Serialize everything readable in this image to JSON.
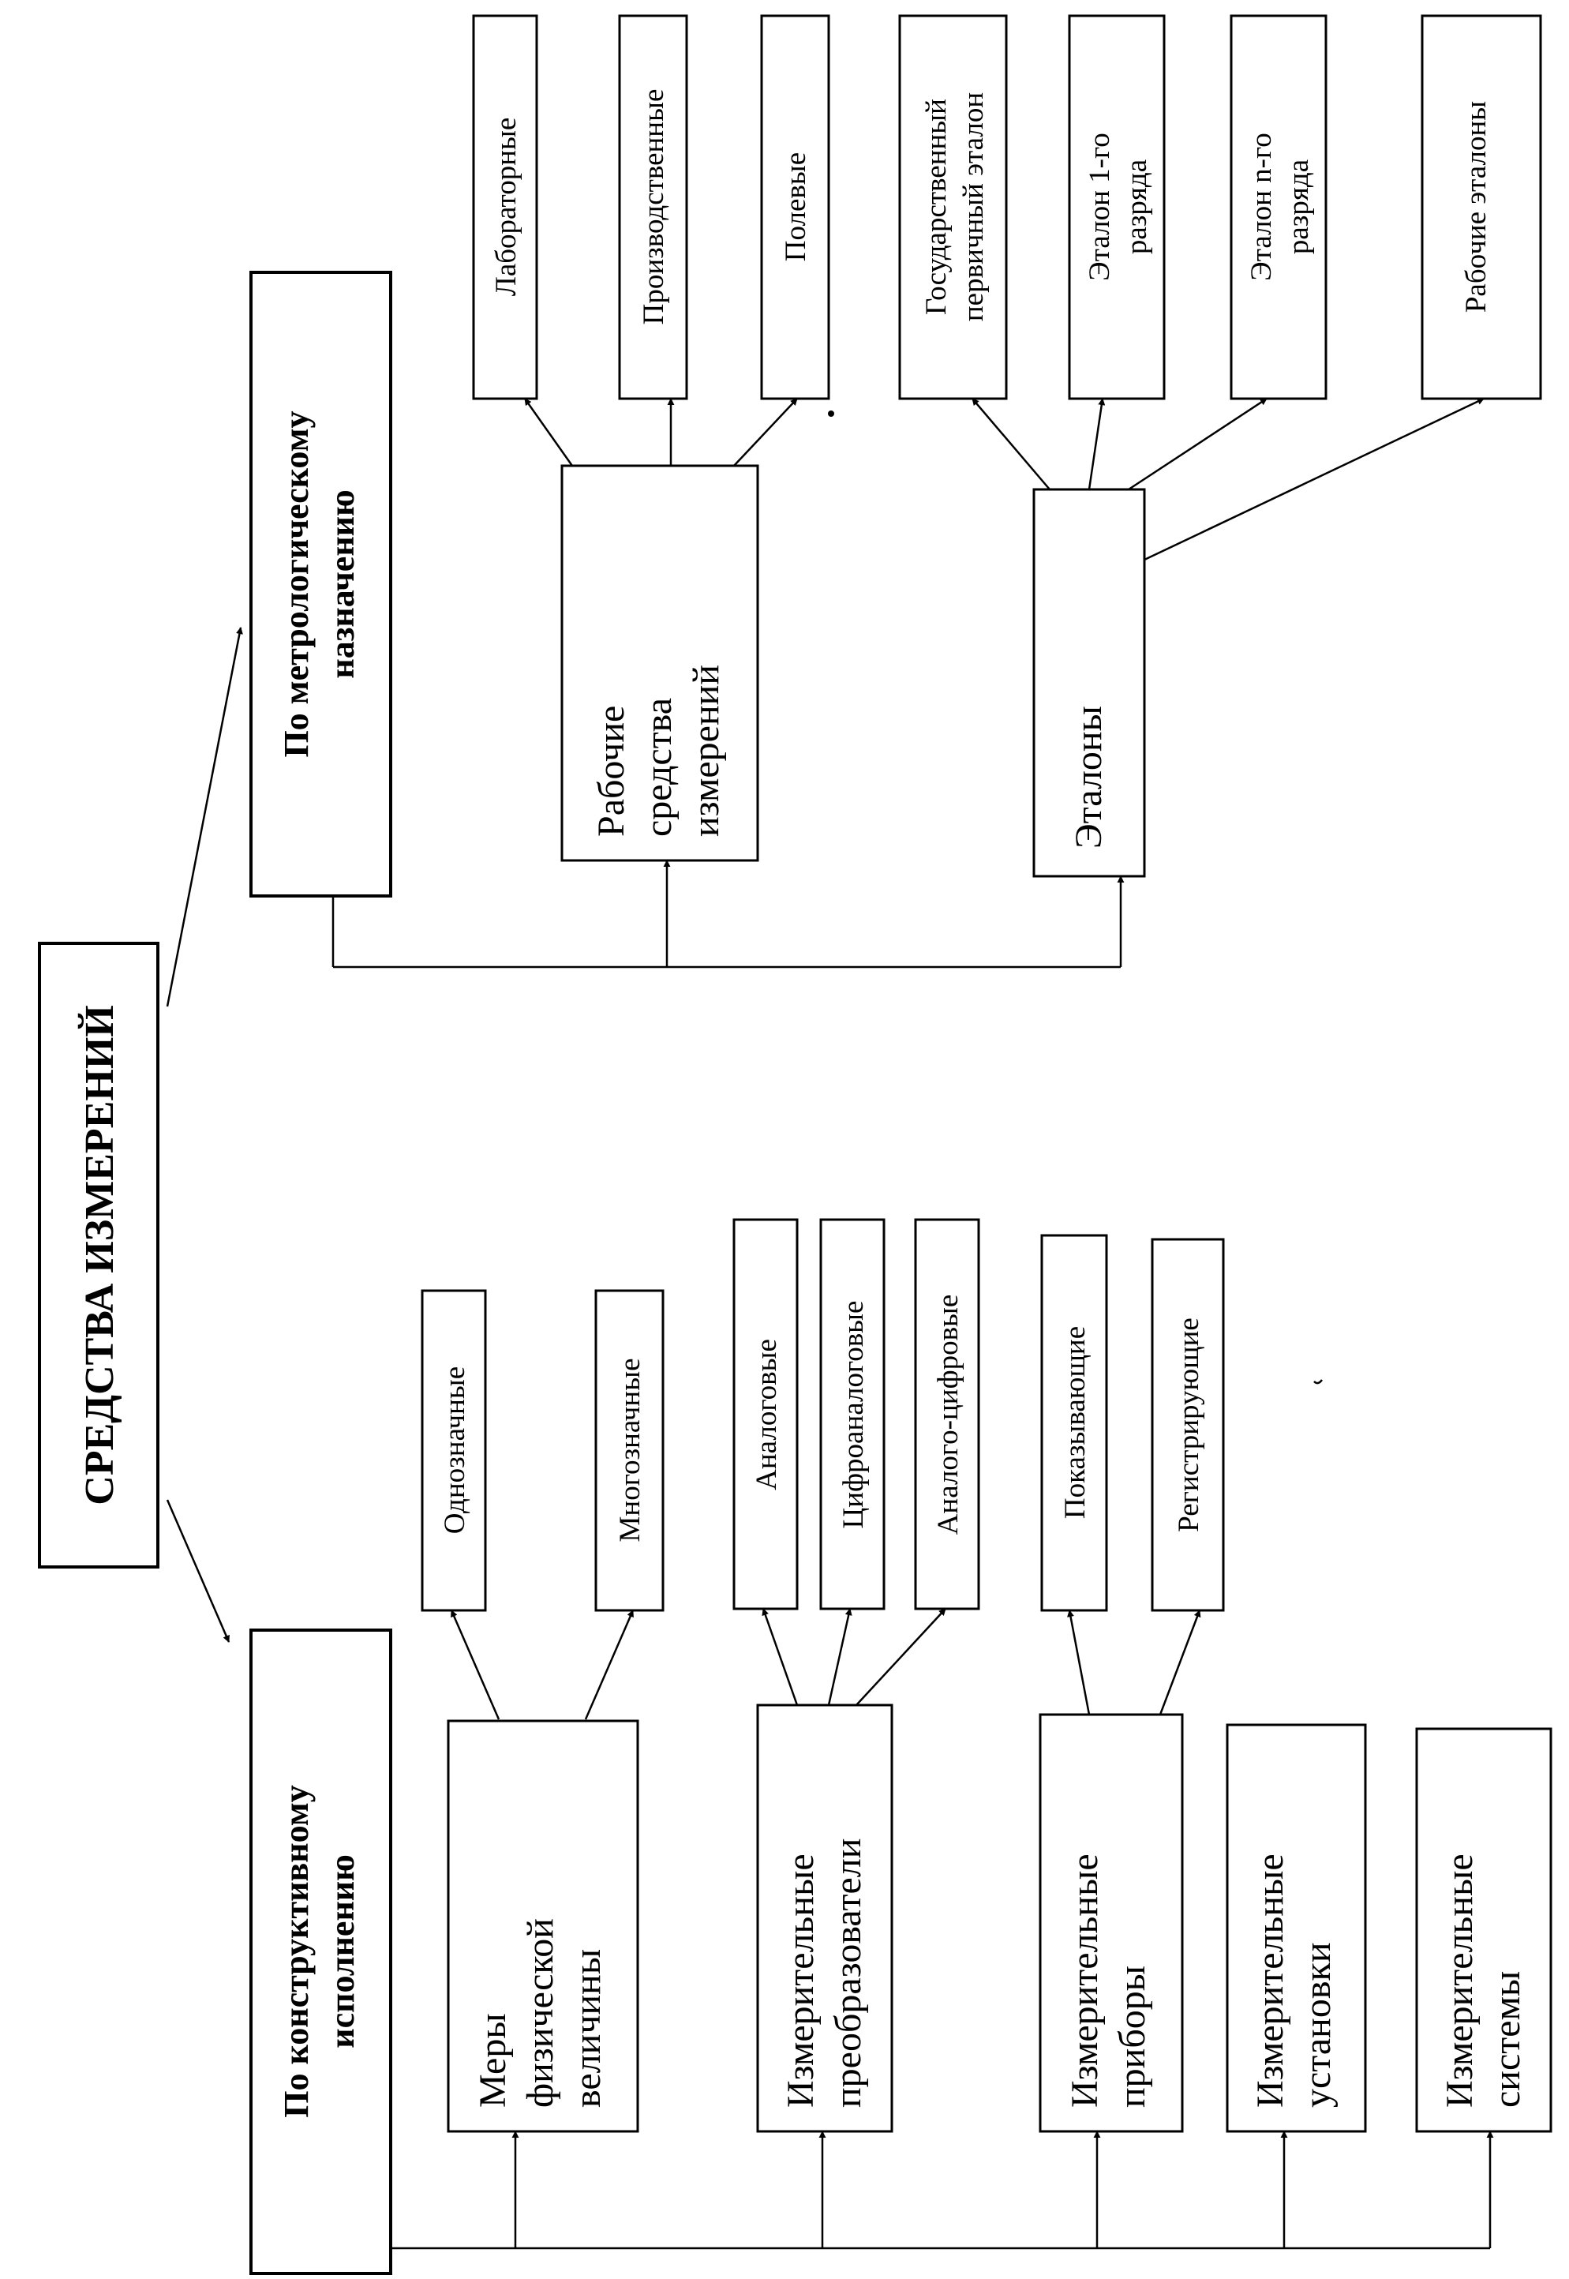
{
  "title": "СРЕДСТВА ИЗМЕРЕНИЙ",
  "branches": {
    "constructive": [
      "По конструктивному",
      "исполнению"
    ],
    "metrological": [
      "По метрологическому",
      "назначению"
    ]
  },
  "constructive_groups": {
    "measures": [
      "Меры",
      "физической",
      "величины"
    ],
    "converters": [
      "Измерительные",
      "преобразователи"
    ],
    "instruments": [
      "Измерительные",
      "приборы"
    ],
    "installations": [
      "Измерительные",
      "установки"
    ],
    "systems": [
      "Измерительные",
      "системы"
    ]
  },
  "constructive_leaves": {
    "single_valued": "Однозначные",
    "multi_valued": "Многозначные",
    "analog": "Аналоговые",
    "digital_analog": "Цифроаналоговые",
    "analog_digital": "Аналого-цифровые",
    "indicating": "Показывающие",
    "recording": "Регистрирующие"
  },
  "metrological_groups": {
    "working_means": [
      "Рабочие",
      "средства",
      "измерений"
    ],
    "standards": "Эталоны"
  },
  "metrological_leaves": {
    "laboratory": "Лабораторные",
    "production": "Производственные",
    "field": "Полевые",
    "state_primary": [
      "Государственный",
      "первичный эталон"
    ],
    "standard_1": [
      "Эталон 1-го",
      "разряда"
    ],
    "standard_n": [
      "Эталон n-го",
      "разряда"
    ],
    "working_standards": "Рабочие эталоны"
  }
}
